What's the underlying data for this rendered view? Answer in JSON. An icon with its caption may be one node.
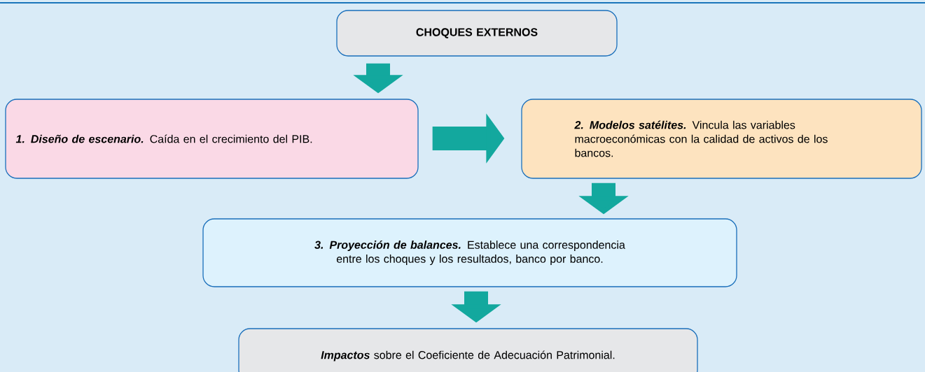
{
  "diagram": {
    "nodes": [
      {
        "text": [
          "CHOQUES EXTERNOS"
        ]
      },
      {
        "text": [
          "**1. Diseño de escenario.** Caída en el crecimiento del PIB."
        ]
      },
      {
        "text": [
          "**2. Modelos satélites.** Vincula las variables macroeconómicas con la calidad de activos de los bancos."
        ]
      },
      {
        "text": [
          "**3. Proyección de balances.** Establece una correspondencia entre los choques y los resultados, banco por banco."
        ]
      },
      {
        "text": [
          "**Impactos** sobre el Coeficiente de Adecuación Patrimonial."
        ]
      }
    ],
    "edges": [
      {
        "from": 0,
        "to": 1,
        "arrow": "to"
      },
      {
        "from": 1,
        "to": 2,
        "arrow": "to"
      },
      {
        "from": 2,
        "to": 3,
        "arrow": "to"
      },
      {
        "from": 3,
        "to": 4,
        "arrow": "to"
      }
    ]
  }
}
